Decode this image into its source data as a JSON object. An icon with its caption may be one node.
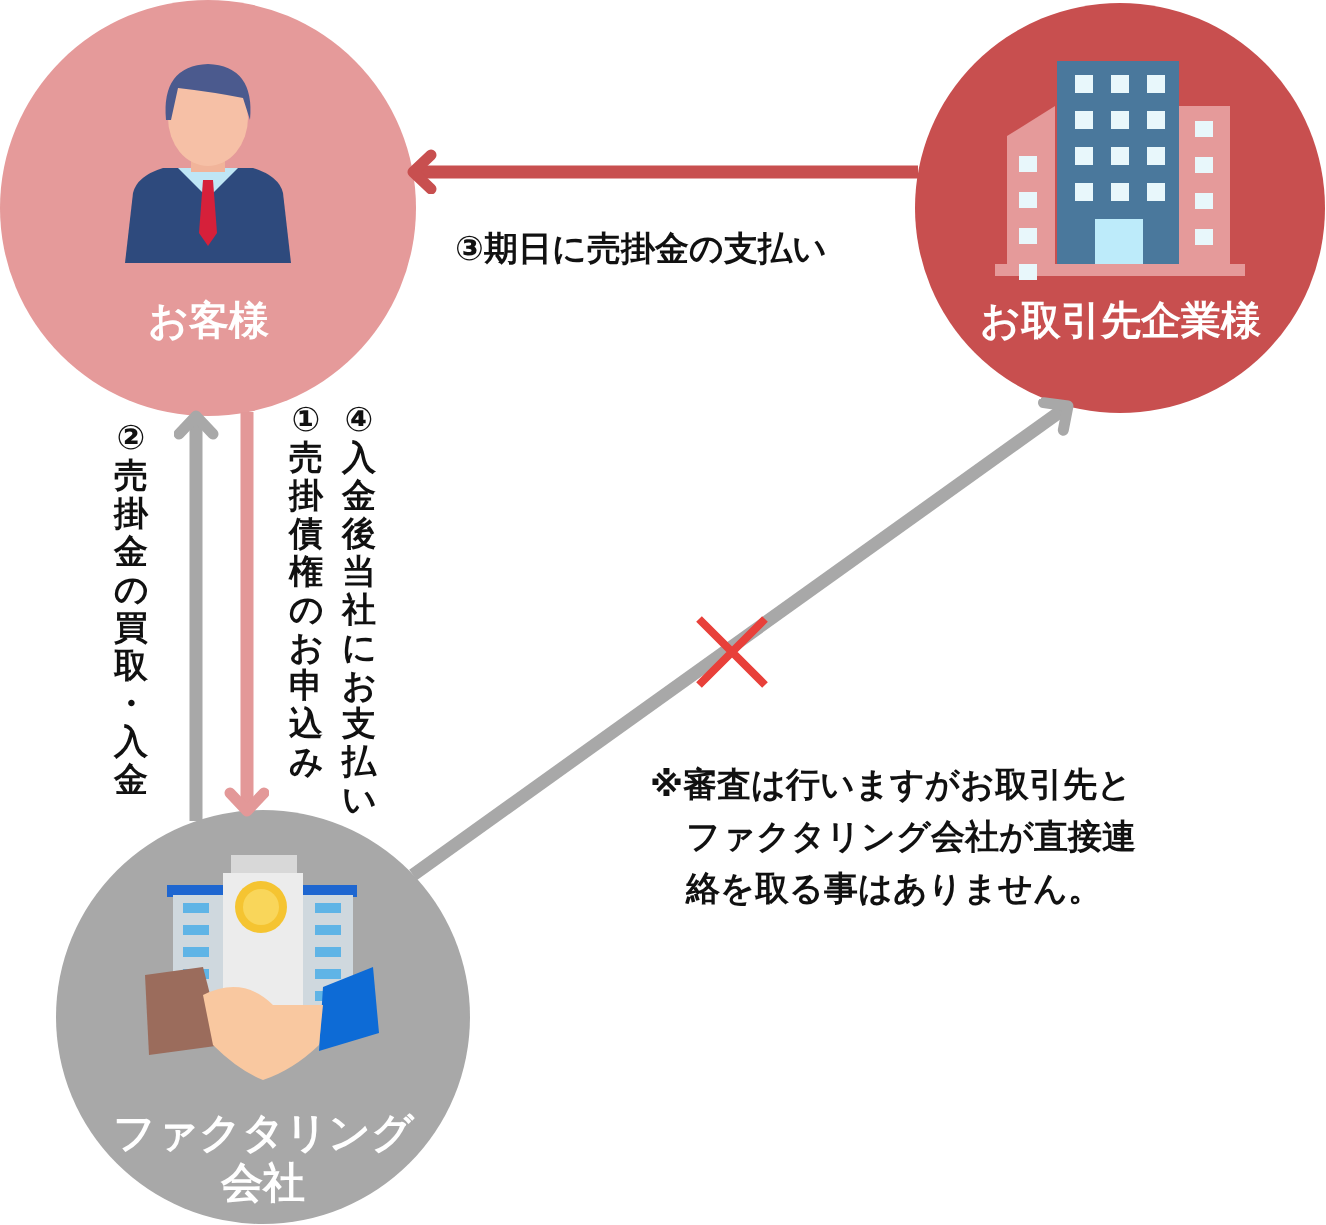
{
  "diagram": {
    "nodes": [
      {
        "text": [
          "お客様"
        ]
      },
      {
        "text": [
          "お取引先企業様"
        ]
      },
      {
        "text": [
          "ファクタリング会社"
        ]
      }
    ],
    "edges": [
      {
        "from": 1,
        "to": 0,
        "arrow": "to",
        "label": "③期日に売掛金の支払い",
        "color": "#c84f4f"
      },
      {
        "from": 2,
        "to": 0,
        "arrow": "to",
        "label": "②売掛金の買取・入金",
        "color": "#a8a8a8"
      },
      {
        "from": 0,
        "to": 2,
        "arrow": "to",
        "label": "①売掛債権のお申込み",
        "color": "#e39898"
      },
      {
        "from": 2,
        "to": 1,
        "arrow": "to",
        "color": "#a8a8a8"
      }
    ],
    "labels": [
      "④入金後当社にお支払い",
      "※審査は行いますがお取引先とファクタリング会社が直接連絡を取る事はありません。"
    ]
  }
}
